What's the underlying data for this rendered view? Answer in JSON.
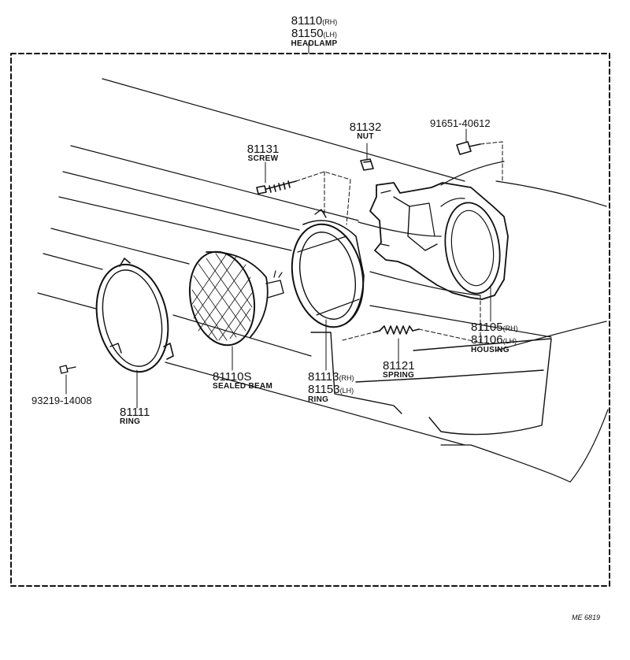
{
  "callouts": {
    "headlamp": {
      "num_rh": "81110",
      "suffix_rh": "(RH)",
      "num_lh": "81150",
      "suffix_lh": "(LH)",
      "name": "HEADLAMP"
    },
    "screw": {
      "num": "81131",
      "name": "SCREW"
    },
    "nut": {
      "num": "81132",
      "name": "NUT"
    },
    "bolt": {
      "num": "91651-40612"
    },
    "housing": {
      "num_rh": "81105",
      "suffix_rh": "(RH)",
      "num_lh": "81106",
      "suffix_lh": "(LH)",
      "name": "HOUSING"
    },
    "spring": {
      "num": "81121",
      "name": "SPRING"
    },
    "ring_inner": {
      "num_rh": "81113",
      "suffix_rh": "(RH)",
      "num_lh": "81153",
      "suffix_lh": "(LH)",
      "name": "RING"
    },
    "sealed_beam": {
      "num": "81110S",
      "name": "SEALED BEAM"
    },
    "ring_outer": {
      "num": "81111",
      "name": "RING"
    },
    "small_screw": {
      "num": "93219-14008"
    }
  },
  "diagram_code": "ME 6819"
}
